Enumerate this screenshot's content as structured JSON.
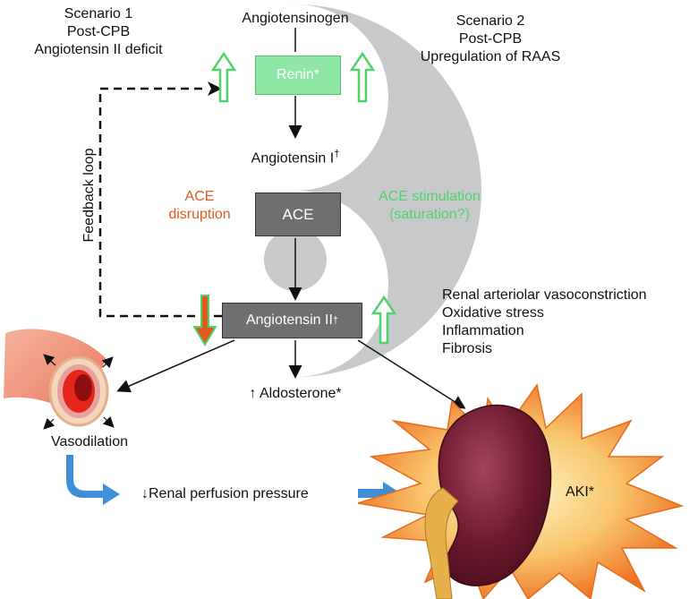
{
  "scenario1": {
    "line1": "Scenario 1",
    "line2": "Post-CPB",
    "line3": "Angiotensin II deficit"
  },
  "scenario2": {
    "line1": "Scenario 2",
    "line2": "Post-CPB",
    "line3": "Upregulation of RAAS"
  },
  "nodes": {
    "angiotensinogen": "Angiotensinogen",
    "renin": "Renin*",
    "angiotensin1": "Angiotensin I",
    "angiotensin1_mark": "†",
    "ace": "ACE",
    "angiotensin2": "Angiotensin II",
    "angiotensin2_mark": "†"
  },
  "labels": {
    "feedback_loop": "Feedback loop",
    "ace_disruption_1": "ACE",
    "ace_disruption_2": "disruption",
    "ace_stimulation_1": "ACE stimulation",
    "ace_stimulation_2": "(saturation?)",
    "aldosterone": "↑ Aldosterone*",
    "vasodilation": "Vasodilation",
    "renal_perfusion": "↓Renal perfusion pressure",
    "aki": "AKI*"
  },
  "effects": [
    "Renal arteriolar vasoconstriction",
    "Oxidative stress",
    "Inflammation",
    "Fibrosis"
  ],
  "colors": {
    "green": "#4fd36b",
    "orange": "#e05a1e",
    "grey_disc": "#c8c9cb",
    "box_grey": "#6e6f71",
    "renin_box": "#8ee7a5",
    "blue_arrow": "#3f8fd8",
    "kidney": "#6e1a2e",
    "starburst": "#f5a623"
  }
}
